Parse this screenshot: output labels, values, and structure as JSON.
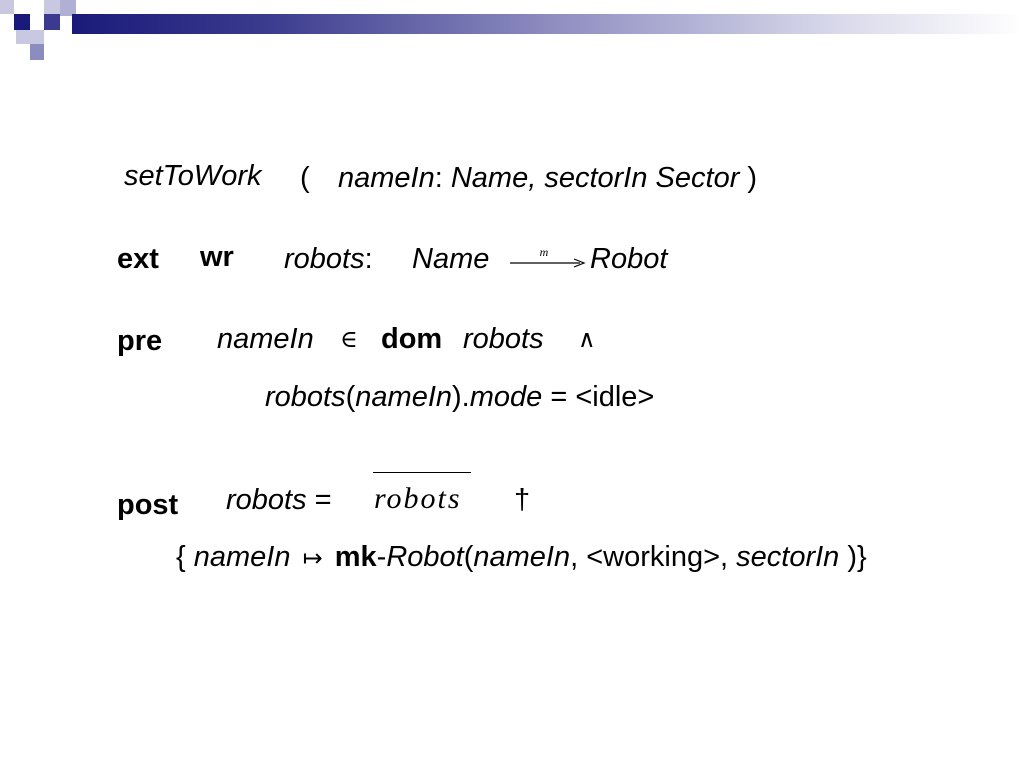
{
  "slide": {
    "signature": {
      "op_name": "setToWork",
      "open_paren": "(",
      "param1": "nameIn",
      "colon1": ":",
      "params_rest": "Name, sectorIn Sector",
      "close_paren": ")"
    },
    "ext_line": {
      "kw_ext": "ext",
      "kw_wr": "wr",
      "var": "robots",
      "colon": ":",
      "domain_type": "Name",
      "map_marker": "m",
      "range_type": "Robot"
    },
    "pre_clause": {
      "kw_pre": "pre",
      "var": "nameIn",
      "in_symbol": "∈",
      "kw_dom": "dom",
      "dom_var": "robots",
      "and_symbol": "∧",
      "l2_var1": "robots",
      "l2_paren_open": "(",
      "l2_var2": "nameIn",
      "l2_paren_close": ").",
      "l2_field": "mode",
      "l2_rest": " = <idle>"
    },
    "post_clause": {
      "kw_post": "post",
      "var": "robots",
      "eq": " =",
      "old_var": "robots",
      "dagger": "†",
      "l2_brace_open": "{",
      "l2_var": "nameIn",
      "l2_maps": "↦",
      "l2_kw_mk": "mk",
      "l2_dash": "-",
      "l2_type": "Robot",
      "l2_paren_open": "(",
      "l2_arg1": "nameIn",
      "l2_sep1": ", <working>, ",
      "l2_arg3": "sectorIn",
      "l2_close": " )}"
    }
  },
  "colors": {
    "header_dark": "#1a1a7a",
    "header_mid": "#8c8cc0",
    "header_light": "#c8c8e0"
  }
}
